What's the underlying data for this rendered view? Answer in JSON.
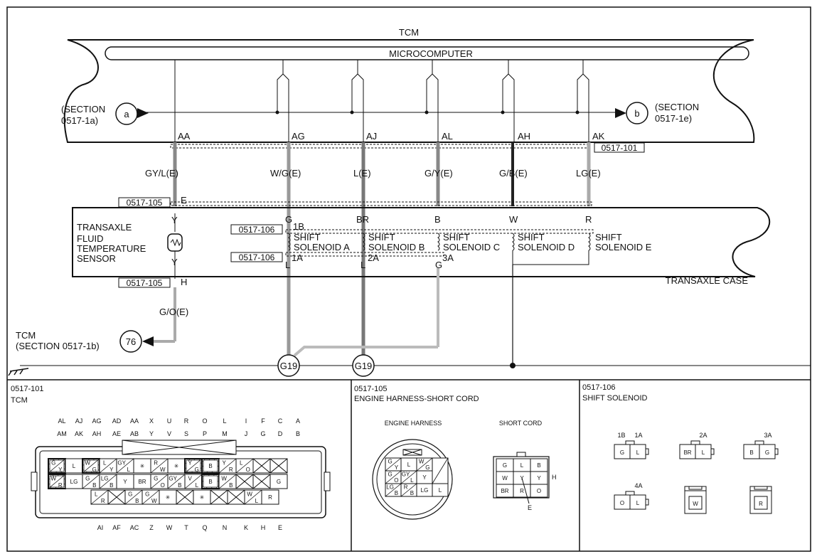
{
  "tcm_title": "TCM",
  "microcomputer": "MICROCOMPUTER",
  "section_left": [
    "(SECTION",
    "0517-1a)"
  ],
  "section_right": [
    "(SECTION",
    "0517-1e)"
  ],
  "conn_a": "a",
  "conn_b": "b",
  "pins_top": [
    "AA",
    "AG",
    "AJ",
    "AL",
    "AH",
    "AK"
  ],
  "ref_101": "0517-101",
  "wires": [
    "GY/L(E)",
    "W/G(E)",
    "L(E)",
    "G/Y(E)",
    "G/B(E)",
    "LG(E)"
  ],
  "ref_105": "0517-105",
  "pin_e": "E",
  "pin_h": "H",
  "wire_colors_upper": [
    "Y",
    "G",
    "BR",
    "B",
    "W",
    "R"
  ],
  "sensor_name": [
    "TRANSAXLE",
    "FLUID",
    "TEMPERATURE",
    "SENSOR"
  ],
  "ref_106": "0517-106",
  "pin_1b": "1B",
  "solenoids": [
    [
      "SHIFT",
      "SOLENOID A"
    ],
    [
      "SHIFT",
      "SOLENOID B"
    ],
    [
      "SHIFT",
      "SOLENOID C"
    ],
    [
      "SHIFT",
      "SOLENOID D"
    ],
    [
      "SHIFT",
      "SOLENOID E"
    ]
  ],
  "pins_lower": [
    "1A",
    "2A",
    "3A"
  ],
  "wire_colors_lower": [
    "Y",
    "L",
    "L",
    "G"
  ],
  "transaxle_case": "TRANSAXLE CASE",
  "wire_go": "G/O(E)",
  "tcm_left": [
    "TCM",
    "(SECTION 0517-1b)"
  ],
  "conn_76": "76",
  "ground_g19": "G19",
  "panel1": {
    "code": "0517-101",
    "name": "TCM",
    "top_row1": [
      "AL",
      "AJ",
      "AG",
      "AD",
      "AA",
      "X",
      "U",
      "R",
      "O",
      "L",
      "I",
      "F",
      "C",
      "A"
    ],
    "top_row2": [
      "AM",
      "AK",
      "AH",
      "AE",
      "AB",
      "Y",
      "V",
      "S",
      "P",
      "M",
      "J",
      "G",
      "D",
      "B"
    ],
    "bottom_row": [
      "AI",
      "AF",
      "AC",
      "Z",
      "W",
      "T",
      "Q",
      "N",
      "K",
      "H",
      "E"
    ],
    "r1": [
      "G",
      "Y",
      "L",
      "W",
      "G",
      "L",
      "Y",
      "GY",
      "L",
      "✳",
      "R",
      "W",
      "✳",
      "Y",
      "G",
      "B",
      "Y",
      "R",
      "L",
      "O"
    ],
    "r2": [
      "W",
      "R",
      "LG",
      "G",
      "B",
      "LG",
      "B",
      "Y",
      "BR",
      "G",
      "O",
      "GY",
      "B",
      "V",
      "L",
      "B",
      "W",
      "B",
      "G"
    ],
    "r3": [
      "L",
      "R",
      "G",
      "B",
      "G",
      "W",
      "✳",
      "✳",
      "W",
      "L",
      "R"
    ]
  },
  "panel2": {
    "code": "0517-105",
    "name": "ENGINE HARNESS-SHORT CORD",
    "left_label": "ENGINE HARNESS",
    "right_label": "SHORT CORD",
    "eh_cells": [
      "G",
      "Y",
      "L",
      "W",
      "G",
      "G",
      "O",
      "GY",
      "L",
      "Y",
      "LG",
      "B",
      "R",
      "B",
      "LG",
      "L"
    ],
    "sc_cells": [
      "G",
      "L",
      "B",
      "W",
      "Y",
      "Y",
      "BR",
      "R",
      "O"
    ],
    "sc_h": "H",
    "sc_e": "E"
  },
  "panel3": {
    "code": "0517-106",
    "name": "SHIFT SOLENOID",
    "labels": [
      "1B",
      "1A",
      "2A",
      "3A",
      "4A"
    ],
    "cells": [
      "G",
      "L",
      "BR",
      "L",
      "B",
      "G",
      "O",
      "L",
      "W",
      "R"
    ]
  }
}
